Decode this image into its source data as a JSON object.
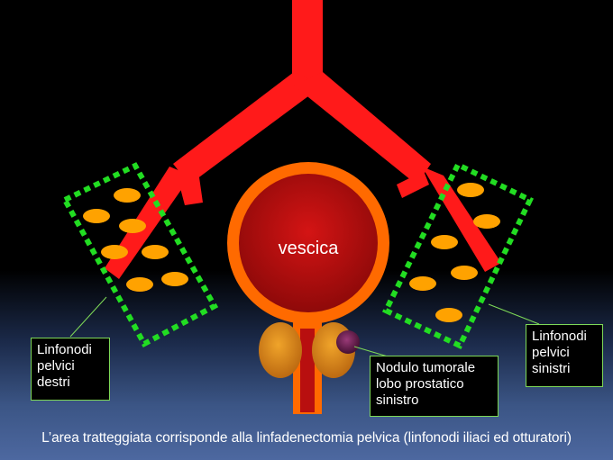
{
  "diagram": {
    "organ_label": "vescica",
    "labels": {
      "right_nodes": [
        "Linfonodi",
        "pelvici",
        "destri"
      ],
      "nodule": [
        "Nodulo tumorale",
        "lobo prostatico",
        "sinistro"
      ],
      "left_nodes": [
        "Linfonodi",
        "pelvici",
        "sinistri"
      ]
    },
    "caption": "L’area tratteggiata corrisponde alla linfadenectomia pelvica (linfonodi iliaci ed otturatori)",
    "colors": {
      "vessels": "#ff1a1a",
      "bladder_ring": "#ff6a00",
      "bladder_fill": "#b80f0f",
      "lymph_nodes": "#ffa200",
      "dashed_area": "#22dd22",
      "prostate": "#e0891a",
      "nodule": "#6a1a4a",
      "callout_line": "#7ed957"
    }
  }
}
